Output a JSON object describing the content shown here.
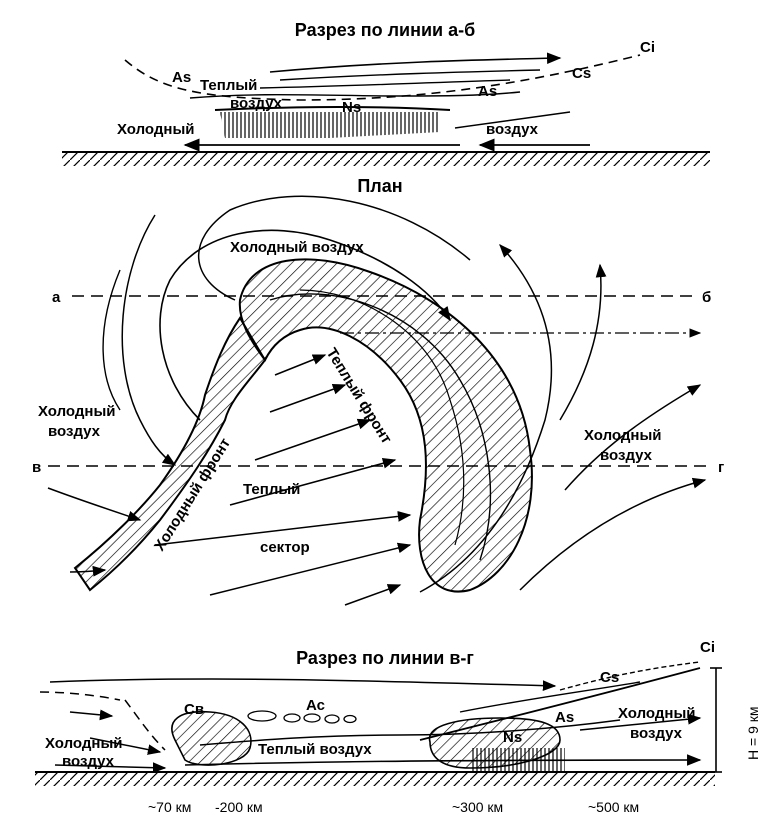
{
  "top": {
    "title": "Разрез по линии а-б",
    "labels": {
      "ci": "Ci",
      "cs": "Cs",
      "as_left": "As",
      "as_right": "As",
      "ns": "Ns",
      "warm_1": "Теплый",
      "warm_2": "воздух",
      "cold_1": "Холодный",
      "cold_2": "воздух"
    }
  },
  "plan": {
    "title": "План",
    "labels": {
      "a": "а",
      "b": "б",
      "v": "в",
      "g": "г",
      "cold_top": "Холодный воздух",
      "cold_left_1": "Холодный",
      "cold_left_2": "воздух",
      "cold_right_1": "Холодный",
      "cold_right_2": "воздух",
      "warm_1": "Теплый",
      "warm_2": "сектор",
      "cold_front": "Холодный фронт",
      "warm_front": "Теплый фронт"
    }
  },
  "bottom": {
    "title": "Разрез по линии в-г",
    "labels": {
      "ci": "Ci",
      "cs": "Cs",
      "cb": "Св",
      "ac": "Ас",
      "ns": "Ns",
      "as": "As",
      "cold_left_1": "Холодный",
      "cold_left_2": "воздух",
      "warm": "Теплый воздух",
      "cold_right_1": "Холодный",
      "cold_right_2": "воздух",
      "height": "H = 9 км"
    },
    "distances": [
      "~70 км",
      "-200 км",
      "~300 км",
      "~500 км"
    ]
  }
}
